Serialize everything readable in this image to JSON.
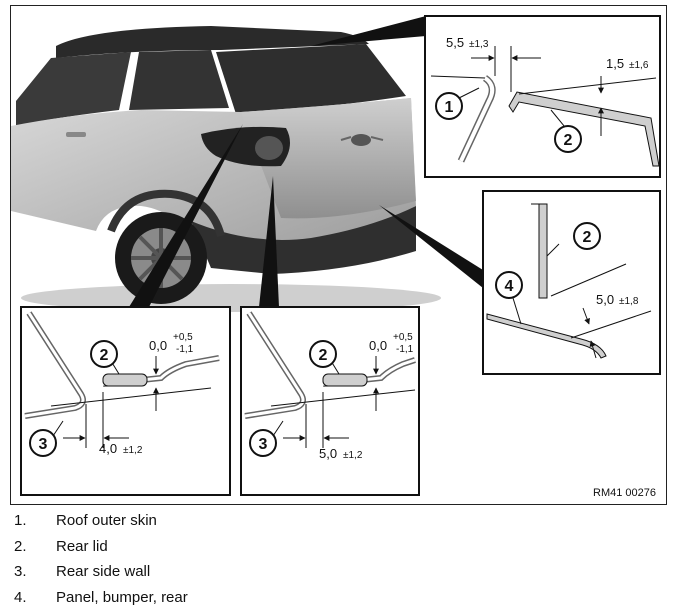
{
  "figure_id": "RM41 00276",
  "callouts": {
    "c1": "1",
    "c2": "2",
    "c3": "3",
    "c4": "4"
  },
  "dimensions": {
    "roof_gap": {
      "nominal": "5,5",
      "tol": "±1,3"
    },
    "roof_flush": {
      "nominal": "1,5",
      "tol": "±1,6"
    },
    "bumper_gap": {
      "nominal": "5,0",
      "tol": "±1,8"
    },
    "left_flush": {
      "nominal": "0,0",
      "tol_plus": "+0,5",
      "tol_minus": "-1,1"
    },
    "left_gap": {
      "nominal": "4,0",
      "tol": "±1,2"
    },
    "right_flush": {
      "nominal": "0,0",
      "tol_plus": "+0,5",
      "tol_minus": "-1,1"
    },
    "right_gap": {
      "nominal": "5,0",
      "tol": "±1,2"
    }
  },
  "legend": [
    {
      "num": "1.",
      "label": "Roof outer skin"
    },
    {
      "num": "2.",
      "label": "Rear lid"
    },
    {
      "num": "3.",
      "label": "Rear side wall"
    },
    {
      "num": "4.",
      "label": "Panel, bumper, rear"
    }
  ]
}
